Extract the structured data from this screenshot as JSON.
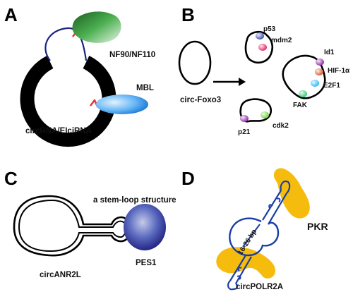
{
  "panels": {
    "a": {
      "letter": "A",
      "protein_top": "NF90/NF110",
      "protein_bottom": "MBL",
      "caption": "circRNA/EIciRNA",
      "colors": {
        "ring": "#000000",
        "nf90": "#2e7d32",
        "mbl": "#1e88c8",
        "motif": "#e53935",
        "linker": "#1a237e"
      }
    },
    "b": {
      "letter": "B",
      "caption": "circ-Foxo3",
      "proteins": [
        "p53",
        "mdm2",
        "Id1",
        "HIF-1α",
        "E2F1",
        "FAK",
        "p21",
        "cdk2"
      ],
      "colors": {
        "p53": "#3949ab",
        "mdm2": "#e91e63",
        "Id1": "#8e24aa",
        "HIF1a": "#d4562a",
        "E2F1": "#29b6f6",
        "FAK": "#2ecc71",
        "p21": "#8e24aa",
        "cdk2": "#6ccf3a"
      }
    },
    "c": {
      "letter": "C",
      "structure_label": "a stem-loop structure",
      "protein": "PES1",
      "caption": "circANR2L",
      "colors": {
        "pes1": "#2f2f9e"
      }
    },
    "d": {
      "letter": "D",
      "protein": "PKR",
      "stem_label": "16-26 bp",
      "caption": "circPOLR2A",
      "colors": {
        "pkr": "#f5b800",
        "rna": "#1a3ea8"
      }
    }
  }
}
